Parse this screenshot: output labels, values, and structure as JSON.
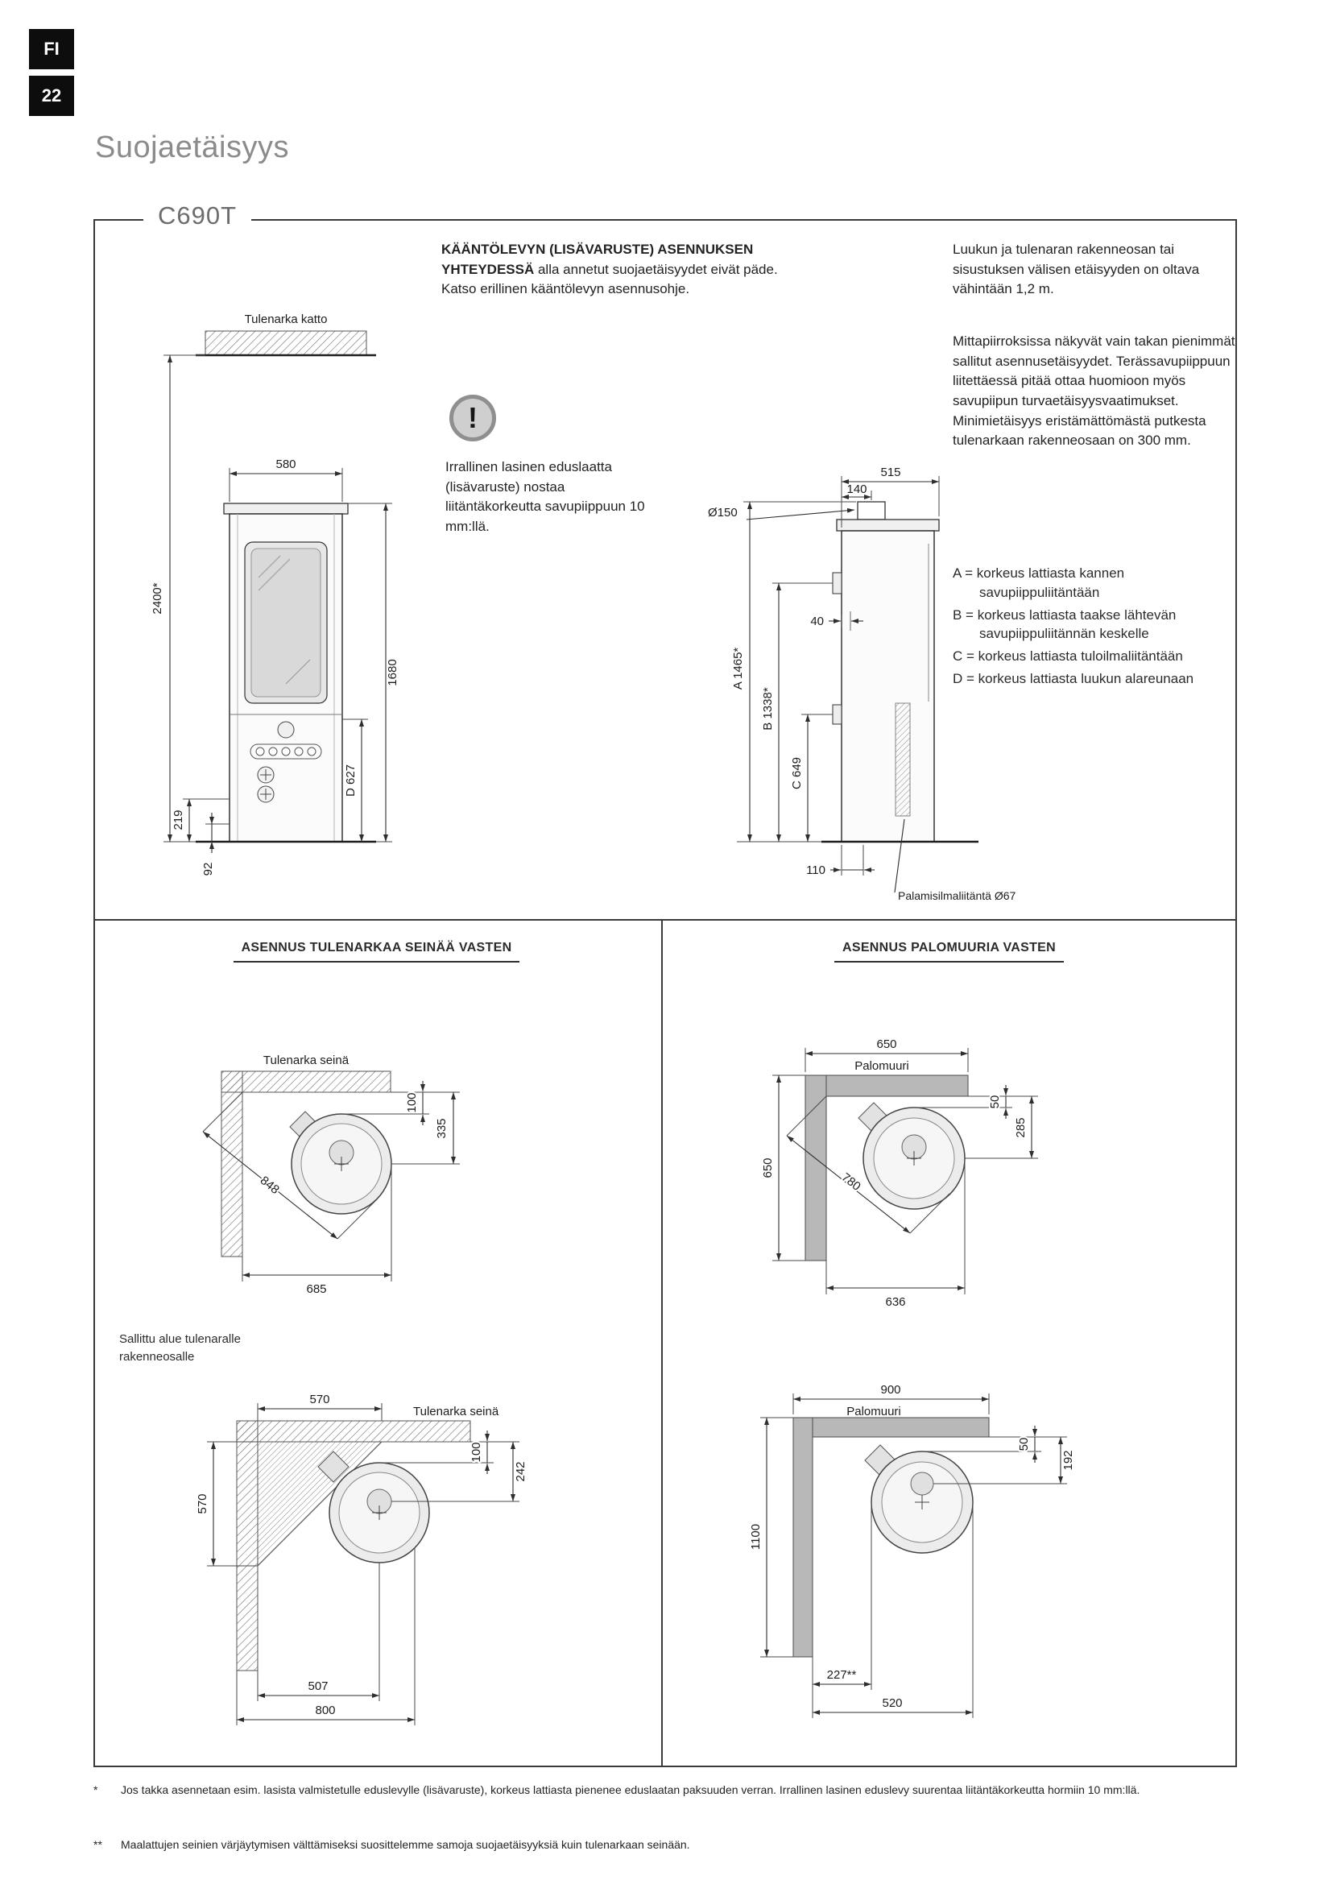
{
  "colors": {
    "line": "#3a3a3a",
    "title_gray": "#8b8b8e",
    "firewall_gray": "#b8b8b8",
    "text": "#232323"
  },
  "header": {
    "lang_tab": "FI",
    "page_number": "22",
    "title": "Suojaetäisyys",
    "model": "C690T"
  },
  "intro": {
    "bold": "KÄÄNTÖLEVYN (LISÄVARUSTE) ASENNUKSEN YHTEYDESSÄ",
    "rest": " alla annetut suojaetäisyydet eivät päde. Katso erillinen kääntölevyn asennusohje.",
    "right1": "Luukun ja tulenaran rakenneosan tai sisustuksen välisen etäisyyden on oltava vähintään 1,2 m.",
    "right2": "Mittapiirroksissa näkyvät vain takan pienimmät sallitut asennusetäisyydet. Terässavupiippuun liitettäessä pitää ottaa huomioon myös savupiipun turvaetäisyysvaatimukset. Minimietäisyys eristämättömästä putkesta tulenarkaan rakenneosaan on 300 mm.",
    "warning_mark": "!",
    "note": "Irrallinen lasinen eduslaatta (lisävaruste) nostaa liitäntäkorkeutta savupiippuun 10 mm:llä."
  },
  "legend": [
    "A = korkeus lattiasta kannen savupiippuliitäntään",
    "B = korkeus lattiasta taakse lähtevän savupiippuliitännän keskelle",
    "C = korkeus lattiasta tuloilmaliitäntään",
    "D = korkeus lattiasta luukun alareunaan"
  ],
  "front_view": {
    "ceiling": "Tulenarka katto",
    "w580": "580",
    "h2400": "2400*",
    "h1680": "1680",
    "d627": "D 627",
    "h219": "219",
    "h92": "92"
  },
  "side_view": {
    "d515": "515",
    "d140": "140",
    "flue": "Ø150",
    "d40": "40",
    "a": "A 1465*",
    "b": "B 1338*",
    "c": "C 649",
    "d110": "110",
    "air": "Palamisilmaliitäntä Ø67"
  },
  "wall_section": {
    "header": "ASENNUS TULENARKAA SEINÄÄ VASTEN",
    "wall_label": "Tulenarka seinä",
    "allowed_area": "Sallittu alue tulenaralle rakenneosalle",
    "d1": {
      "g100": "100",
      "g335": "335",
      "diag848": "848",
      "g685": "685"
    },
    "d2": {
      "top570": "570",
      "g100": "100",
      "g242": "242",
      "left570": "570",
      "g507": "507",
      "g800": "800"
    }
  },
  "firewall_section": {
    "header": "ASENNUS PALOMUURIA VASTEN",
    "wall_label": "Palomuuri",
    "d1": {
      "top650": "650",
      "g50": "50",
      "g285": "285",
      "left650": "650",
      "diag780": "780",
      "g636": "636"
    },
    "d2": {
      "top900": "900",
      "g50": "50",
      "g192": "192",
      "left1100": "1100",
      "g227": "227**",
      "g520": "520"
    }
  },
  "footnotes": [
    {
      "mark": "*",
      "text": "Jos takka asennetaan esim. lasista valmistetulle eduslevylle (lisävaruste), korkeus lattiasta pienenee eduslaatan paksuuden verran. Irrallinen lasinen eduslevy suurentaa liitäntäkorkeutta hormiin 10 mm:llä."
    },
    {
      "mark": "**",
      "text": "Maalattujen seinien värjäytymisen välttämiseksi suosittelemme samoja suojaetäisyyksiä kuin tulenarkaan seinään."
    }
  ]
}
